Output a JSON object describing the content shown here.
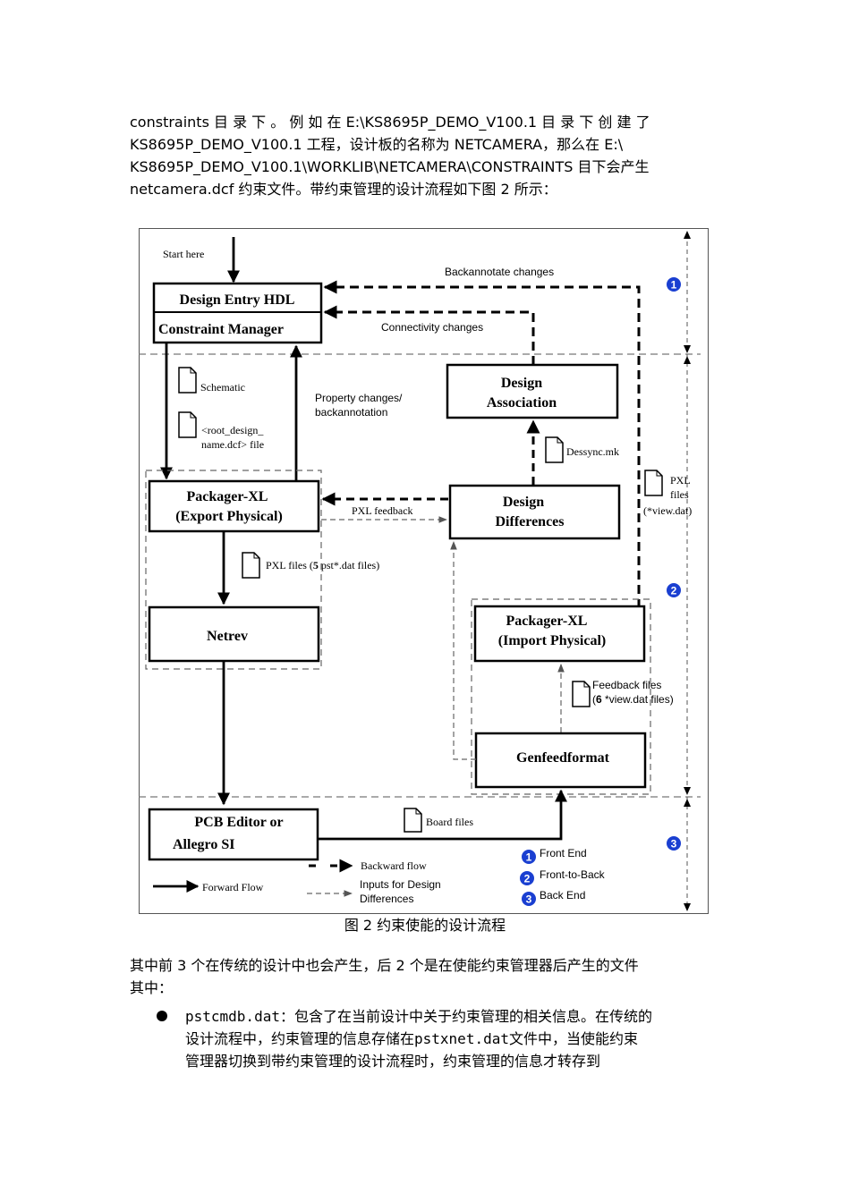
{
  "intro": {
    "lines": [
      "constraints 目 录 下 。 例 如 在 E:\\KS8695P_DEMO_V100.1 目 录 下 创 建 了",
      "KS8695P_DEMO_V100.1 工程，设计板的名称为 NETCAMERA，那么在 E:\\",
      "KS8695P_DEMO_V100.1\\WORKLIB\\NETCAMERA\\CONSTRAINTS 目下会产生",
      "netcamera.dcf 约束文件。带约束管理的设计流程如下图 2 所示："
    ]
  },
  "diagram": {
    "start_here": "Start here",
    "backannotate": "Backannotate changes",
    "connectivity": "Connectivity changes",
    "design_entry": "Design Entry HDL",
    "constraint_manager": "Constraint Manager",
    "schematic": "Schematic",
    "root_dcf_1": "<root_design_",
    "root_dcf_2": "name.dcf> file",
    "property_1": "Property changes/",
    "property_2": "backannotation",
    "design_assoc_1": "Design",
    "design_assoc_2": "Association",
    "dessync": "Dessync.mk",
    "pxl_files_1": "PXL",
    "pxl_files_2": "files",
    "pxl_files_3": "(*view.dat)",
    "packager_export_1": "Packager-XL",
    "packager_export_2": "(Export Physical)",
    "pxl_feedback": "PXL feedback",
    "design_diff_1": "Design",
    "design_diff_2": "Differences",
    "pxl_pst_pre": "PXL files (",
    "pxl_pst_num": "5",
    "pxl_pst_post": " pst*.dat files)",
    "netrev": "Netrev",
    "packager_import_1": "Packager-XL",
    "packager_import_2": "(Import Physical)",
    "feedback_1": "Feedback files",
    "feedback_2_pre": "(",
    "feedback_2_num": "6",
    "feedback_2_post": " *view.dat files)",
    "genfeedformat": "Genfeedformat",
    "pcb_1": "PCB Editor or",
    "pcb_2": "Allegro SI",
    "board_files": "Board files",
    "legend_backward": "Backward flow",
    "legend_forward": "Forward Flow",
    "legend_inputs_1": "Inputs for Design",
    "legend_inputs_2": "Differences",
    "legend_front_end": "Front End",
    "legend_front_to_back": "Front-to-Back",
    "legend_back_end": "Back End",
    "marker_1": "1",
    "marker_2": "2",
    "marker_3": "3",
    "accent_color": "#1a3fd1"
  },
  "caption": "图 2 约束使能的设计流程",
  "para2": {
    "lines": [
      "其中前 3 个在传统的设计中也会产生，后 2 个是在使能约束管理器后产生的文件",
      "其中："
    ]
  },
  "bullet": {
    "term": "pstcmdb.dat",
    "line1_rest": "：包含了在当前设计中关于约束管理的相关信息。在传统的",
    "line2_pre": "设计流程中，约束管理的信息存储在",
    "line2_code": "pstxnet.dat",
    "line2_post": "文件中，当使能约束",
    "line3": "管理器切换到带约束管理的设计流程时，约束管理的信息才转存到"
  }
}
